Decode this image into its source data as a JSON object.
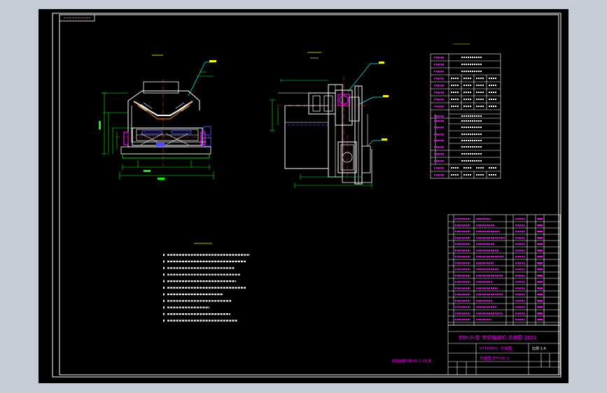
{
  "colors": {
    "background": "#000000",
    "frame": "#ffffff",
    "geometry": "#ffffff",
    "dimension": "#00ff00",
    "annotation": "#ffff00",
    "table_text": "#ff00ff",
    "leader": "#00ffff",
    "dashed": "#4040ff",
    "window_bg": "#c6ccd6"
  },
  "title_block": {
    "main_title": "DTII(A)型 带式输送机 总装图-2002",
    "drawing_number": "DTII0001-总装图",
    "scale": "比例 1:4",
    "ref_text": "总装图 DTII(A)-1"
  },
  "notes": {
    "footer_text": "本图依据DTII(A)-1-2标准",
    "lines_count": 11
  }
}
